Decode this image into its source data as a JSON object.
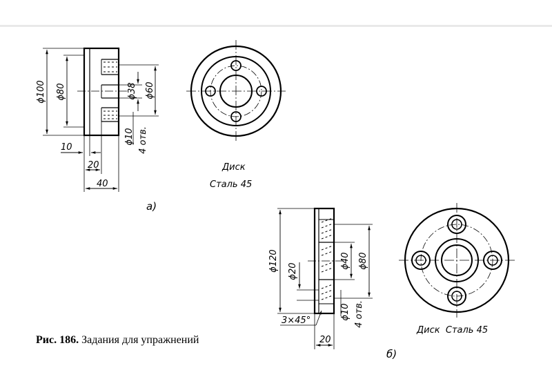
{
  "caption": {
    "label": "Рис. 186.",
    "text": "Задания для упражнений"
  },
  "figure_a": {
    "label": "а)",
    "note_line1": "Диск",
    "note_line2": "Сталь 45",
    "dims": {
      "d100": "ϕ100",
      "d80": "ϕ80",
      "d38": "ϕ38",
      "d60": "ϕ60",
      "holes_dia": "ϕ10",
      "holes_count": "4 отв.",
      "len10": "10",
      "len20": "20",
      "len40": "40"
    }
  },
  "figure_b": {
    "label": "б)",
    "note": "Диск  Сталь 45",
    "dims": {
      "d120": "ϕ120",
      "d20": "ϕ20",
      "d40": "ϕ40",
      "d80": "ϕ80",
      "holes_dia": "ϕ10",
      "holes_count": "4 отв.",
      "chamfer": "3×45°",
      "len20": "20"
    }
  }
}
